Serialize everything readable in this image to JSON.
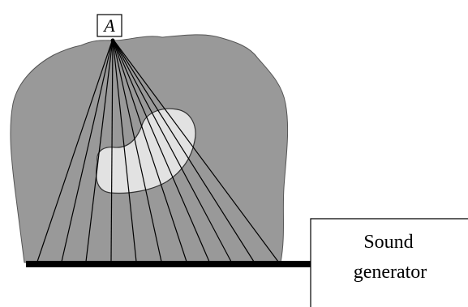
{
  "source_label": "A",
  "generator": {
    "line1": "Sound",
    "line2": "generator"
  },
  "colors": {
    "body_fill": "#999999",
    "inclusion_fill": "#e2e2e2",
    "ray_color": "#000000",
    "background": "#ffffff"
  },
  "ray_count": 11
}
